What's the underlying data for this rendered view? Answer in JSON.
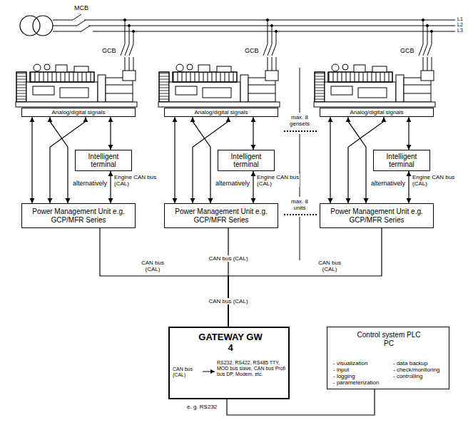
{
  "diagram": {
    "nodes": [
      {
        "text": [
          "Analog/digital signals"
        ]
      },
      {
        "text": [
          "Intelligent terminal"
        ]
      },
      {
        "text": [
          "Power Management Unit e.g. GCP/MFR Series"
        ]
      },
      {
        "text": [
          "Analog/digital signals"
        ]
      },
      {
        "text": [
          "Intelligent terminal"
        ]
      },
      {
        "text": [
          "Power Management Unit e.g. GCP/MFR Series"
        ]
      },
      {
        "text": [
          "Analog/digital signals"
        ]
      },
      {
        "text": [
          "Intelligent terminal"
        ]
      },
      {
        "text": [
          "Power Management Unit e.g. GCP/MFR Series"
        ]
      },
      {
        "text": [
          "GATEWAY GW 4",
          "CAN bus (CAL)",
          "RS232, RS422, RS485 TTY, MOD bus slave, CAN bus Profi bus DP, Modem, etc."
        ]
      },
      {
        "text": [
          "Control system PLC PC",
          "- visualization",
          "- input",
          "- logging",
          "- parameterization",
          "- data backup",
          "- check/monitoring",
          "- controlling"
        ]
      }
    ],
    "edges": [
      {
        "from": 0,
        "to": 2,
        "arrow": "both"
      },
      {
        "from": 0,
        "to": 2,
        "arrow": "both",
        "label": "alternatively"
      },
      {
        "from": 0,
        "to": 2,
        "arrow": "both"
      },
      {
        "from": 0,
        "to": 1,
        "arrow": "both"
      },
      {
        "from": 1,
        "to": 2,
        "arrow": "both",
        "label": "Engine CAN bus (CAL)"
      },
      {
        "from": 3,
        "to": 5,
        "arrow": "both"
      },
      {
        "from": 3,
        "to": 5,
        "arrow": "both",
        "label": "alternatively"
      },
      {
        "from": 3,
        "to": 5,
        "arrow": "both"
      },
      {
        "from": 3,
        "to": 4,
        "arrow": "both"
      },
      {
        "from": 4,
        "to": 5,
        "arrow": "both",
        "label": "Engine CAN bus (CAL)"
      },
      {
        "from": 6,
        "to": 8,
        "arrow": "both"
      },
      {
        "from": 6,
        "to": 8,
        "arrow": "both",
        "label": "alternatively"
      },
      {
        "from": 6,
        "to": 8,
        "arrow": "both"
      },
      {
        "from": 6,
        "to": 7,
        "arrow": "both"
      },
      {
        "from": 7,
        "to": 8,
        "arrow": "both",
        "label": "Engine CAN bus (CAL)"
      },
      {
        "from": 2,
        "to": 9,
        "arrow": "none",
        "label": "CAN bus (CAL)"
      },
      {
        "from": 5,
        "to": 9,
        "arrow": "none",
        "label": "CAN bus (CAL)"
      },
      {
        "from": 8,
        "to": 9,
        "arrow": "none",
        "label": "CAN bus (CAL)"
      },
      {
        "from": 9,
        "to": 10,
        "arrow": "none",
        "label": "e. g. RS232"
      }
    ],
    "labels": [
      "MCB",
      "GCB",
      "GCB",
      "GCB",
      "L1",
      "L2",
      "L3",
      "max. 8 gensets",
      "max. 8 units",
      "CAN bus (CAL)"
    ]
  }
}
